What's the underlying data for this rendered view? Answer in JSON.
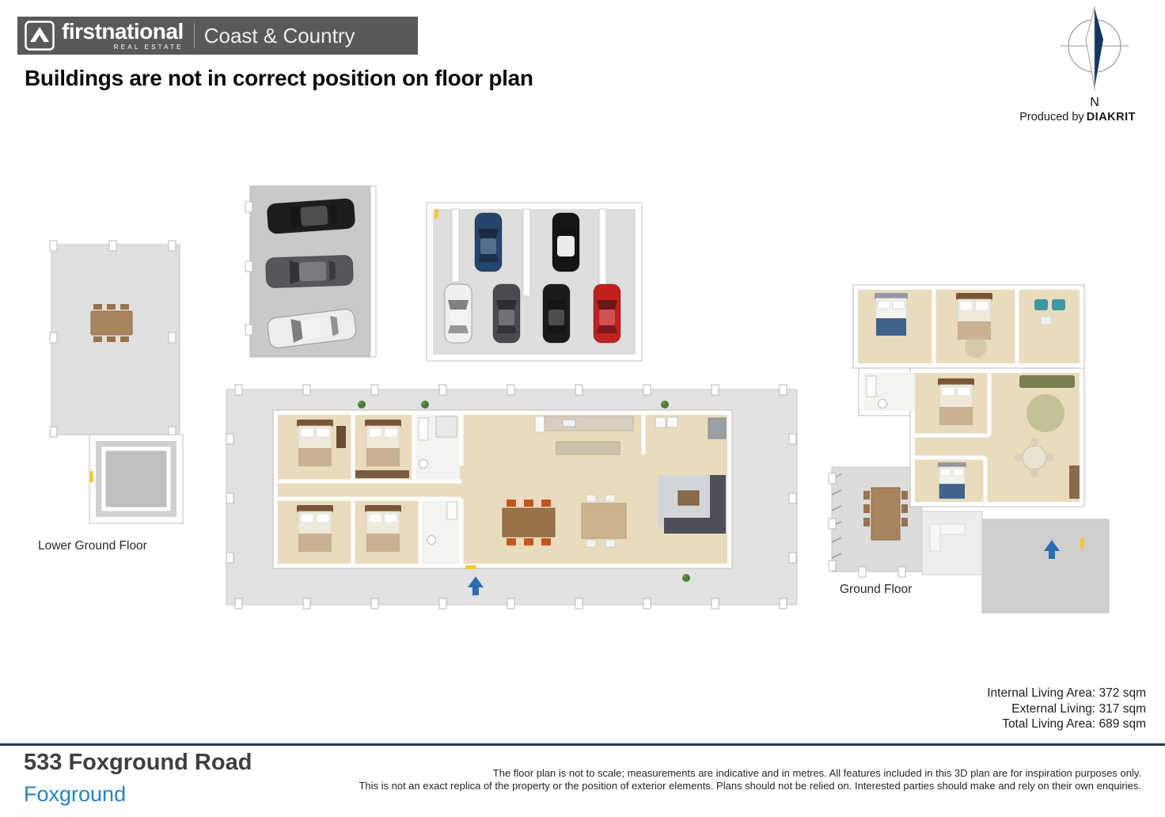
{
  "colors": {
    "banner_bg": "#58595b",
    "suburb_blue": "#2583bd",
    "footer_rule_navy": "#1d3c59",
    "entry_arrow_blue": "#2a6db5",
    "compass_needle_navy": "#17365d",
    "floor_beige": "#e9dcbd",
    "deck_gray": "#e2e2e2"
  },
  "header": {
    "brand": "firstnational",
    "brand_sub": "REAL ESTATE",
    "region": "Coast & Country",
    "note": "Buildings are not in correct position on floor plan",
    "produced_by_label": "Produced by",
    "produced_by_brand": "DIAKRIT"
  },
  "compass": {
    "north_label": "N"
  },
  "plans": {
    "lower_ground_label": "Lower Ground Floor",
    "ground_label": "Ground Floor"
  },
  "stats": {
    "internal": "Internal Living Area: 372 sqm",
    "external": "External Living: 317 sqm",
    "total": "Total Living Area: 689 sqm"
  },
  "footer": {
    "address": "533 Foxground Road",
    "suburb": "Foxground",
    "disclaimer_line1": "The floor plan is not to scale; measurements are indicative and in metres. All features included in this 3D plan are for inspiration purposes only.",
    "disclaimer_line2": "This is not an exact replica of the property or the position of exterior elements. Plans should not be relied on. Interested parties should make and rely on their own enquiries."
  }
}
